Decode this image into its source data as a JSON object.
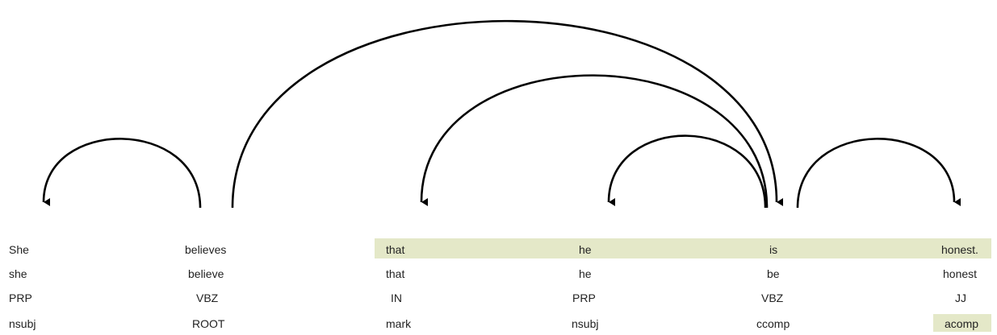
{
  "colors": {
    "highlight": "#e4e8c8",
    "arc": "#000000",
    "text": "#222222"
  },
  "tokens": [
    {
      "word": "She",
      "lemma": "she",
      "pos": "PRP",
      "dep": "nsubj"
    },
    {
      "word": "believes",
      "lemma": "believe",
      "pos": "VBZ",
      "dep": "ROOT"
    },
    {
      "word": "that",
      "lemma": "that",
      "pos": "IN",
      "dep": "mark"
    },
    {
      "word": "he",
      "lemma": "he",
      "pos": "PRP",
      "dep": "nsubj"
    },
    {
      "word": "is",
      "lemma": "be",
      "pos": "VBZ",
      "dep": "ccomp"
    },
    {
      "word": "honest.",
      "lemma": "honest",
      "pos": "JJ",
      "dep": "acomp"
    }
  ],
  "arcs": [
    {
      "head": 1,
      "dependent": 0
    },
    {
      "head": 1,
      "dependent": 4
    },
    {
      "head": 4,
      "dependent": 2
    },
    {
      "head": 4,
      "dependent": 3
    },
    {
      "head": 4,
      "dependent": 5
    }
  ]
}
